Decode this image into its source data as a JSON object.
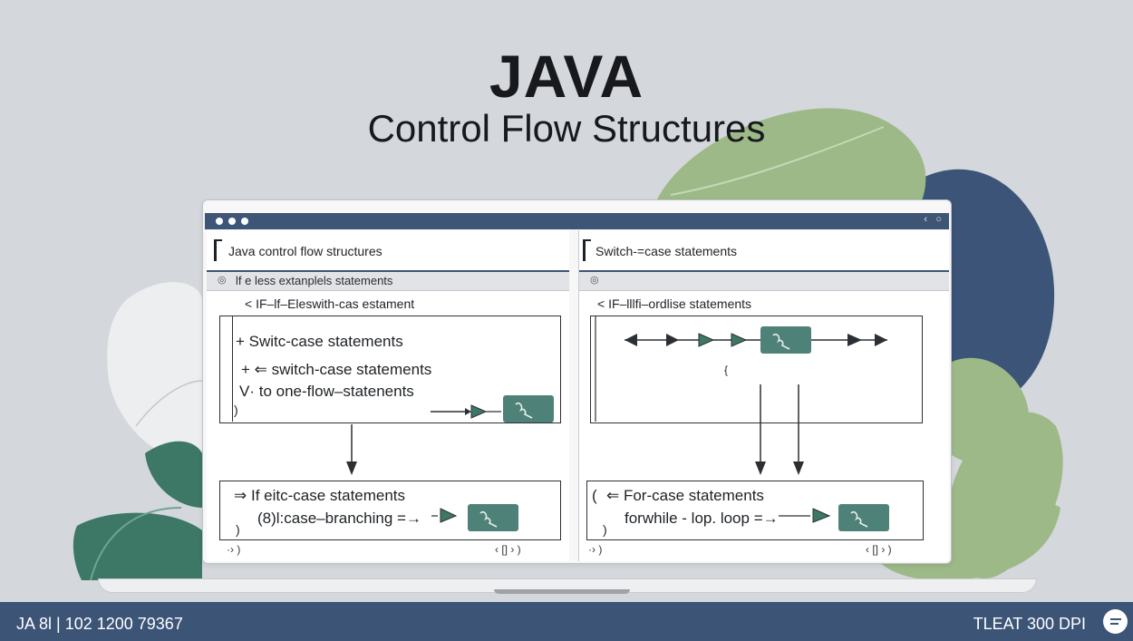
{
  "heading": {
    "title": "JAVA",
    "subtitle": "Control Flow Structures"
  },
  "colors": {
    "background": "#d4d7db",
    "accent_navy": "#3e5575",
    "leaf_green": "#9cb987",
    "leaf_teal": "#3d7766",
    "chip_teal": "#4e8278"
  },
  "left_pane": {
    "header": "Java control flow structures",
    "subbar": "lf e less extanplels statements",
    "subbar_icon": "eye-icon",
    "line1": "IF–lf–Eleswith-cas estament",
    "box1": {
      "line_a": "Switc-case statements",
      "line_b": "switch-case statements",
      "line_c": "to one-flow–statenents",
      "close": ")"
    },
    "box2": {
      "line_a": "If eitc-case statements",
      "line_b": "(8)l:case–branching",
      "close": ")"
    },
    "footer_left": "·› )",
    "footer_right": "‹ [] › )"
  },
  "right_pane": {
    "header": "Switch-=case statements",
    "subbar": "",
    "subbar_icon": "eye-icon",
    "line1": "IF–lllfi–ordlise statements",
    "box2": {
      "line_a": "For-case statements",
      "line_b": "forwhile - lop. loop",
      "open": "(",
      "close": ")"
    },
    "mid_mark": "{",
    "footer_left": "·› )",
    "footer_right": "‹ [] › )"
  },
  "footer": {
    "left": "JA 8l | 102 1200 79367",
    "right": "TLEAT 300 DPI"
  }
}
